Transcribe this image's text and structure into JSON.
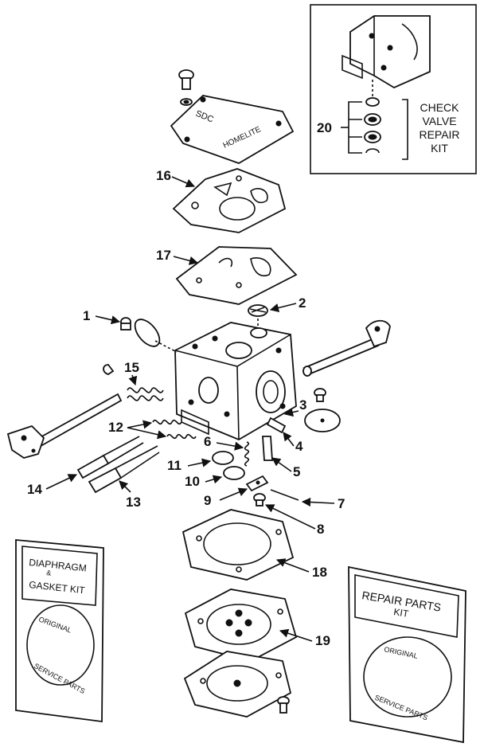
{
  "callouts": {
    "c1": "1",
    "c2": "2",
    "c3": "3",
    "c4": "4",
    "c5": "5",
    "c6": "6",
    "c7": "7",
    "c8": "8",
    "c9": "9",
    "c10": "10",
    "c11": "11",
    "c12": "12",
    "c13": "13",
    "c14": "14",
    "c15": "15",
    "c16": "16",
    "c17": "17",
    "c18": "18",
    "c19": "19",
    "c20": "20"
  },
  "inset": {
    "label_lines": [
      "CHECK",
      "VALVE",
      "REPAIR",
      "KIT"
    ]
  },
  "gasket_plate": {
    "text_left": "SDC",
    "text_right": "HOMELITE"
  },
  "kit_left": {
    "title_lines": [
      "DIAPHRAGM",
      "&",
      "GASKET KIT"
    ],
    "seal_top": "ORIGINAL",
    "seal_bottom": "SERVICE PARTS"
  },
  "kit_right": {
    "title_lines": [
      "REPAIR PARTS",
      "KIT"
    ],
    "seal_top": "ORIGINAL",
    "seal_bottom": "SERVICE PARTS"
  }
}
